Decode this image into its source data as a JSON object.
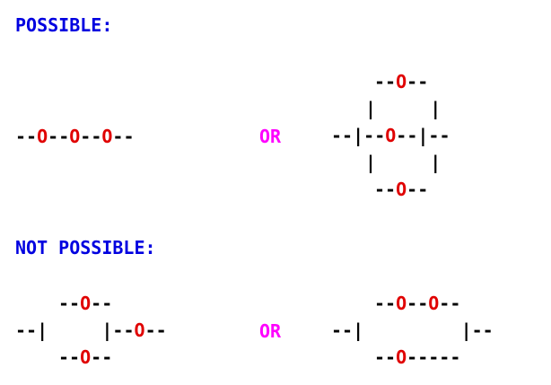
{
  "colors": {
    "heading": "#0000e0",
    "wire": "#000000",
    "node": "#e00000",
    "or": "#ff00ff",
    "background": "#ffffff"
  },
  "possible": {
    "heading": "POSSIBLE:",
    "series_diagram": [
      "--O--O--O--"
    ],
    "or_label": "OR",
    "parallel_diagram": [
      "  --O--  ",
      " |     | ",
      "--|--O--|--",
      " |     | ",
      "  --O--  "
    ]
  },
  "not_possible": {
    "heading": "NOT POSSIBLE:",
    "diagram_1": [
      "   --O--",
      "--|     |--O--",
      "   --O--"
    ],
    "or_label": "OR",
    "diagram_2": [
      "  --O--O--",
      "--|         |--",
      "  --O-----"
    ]
  }
}
